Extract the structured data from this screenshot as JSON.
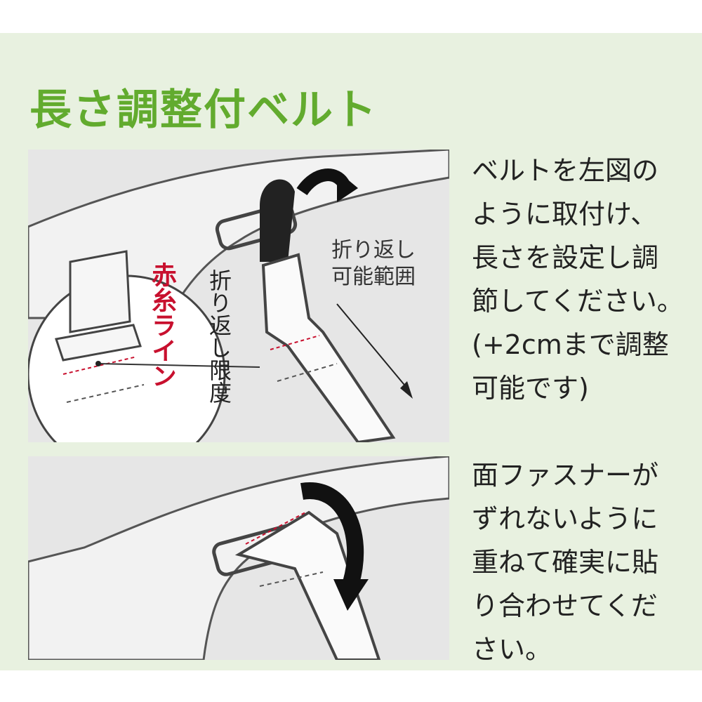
{
  "title": "長さ調整付ベルト",
  "panel1": {
    "label_range": [
      "折り返し",
      "可能範囲"
    ],
    "label_limit": "折り返し限度",
    "label_red": "赤糸ライン"
  },
  "desc1": [
    "ベルトを左図の",
    "ように取付け、",
    "長さを設定し調",
    "節してください。",
    "(+2cmまで調整",
    "可能です)"
  ],
  "desc2": [
    "面ファスナーが",
    "ずれないように",
    "重ねて確実に貼",
    "り合わせてくだ",
    "さい。"
  ],
  "colors": {
    "title": "#62ab2e",
    "red": "#c8102e",
    "background": "#e8f1e0"
  }
}
